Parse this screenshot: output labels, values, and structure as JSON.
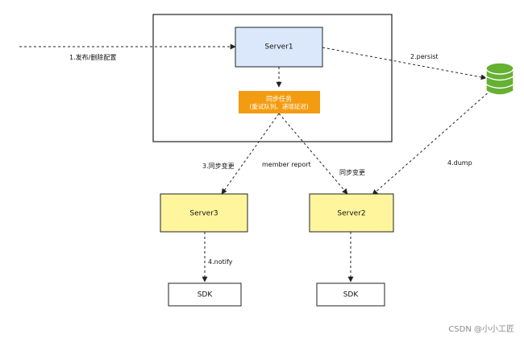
{
  "nodes": {
    "server1": {
      "label": "Server1",
      "fill": "#dbe8fb"
    },
    "sync_task": {
      "line1": "同步任务",
      "line2": "(重试队列、递增延迟)",
      "fill": "#f39c12",
      "text_color": "#ffffff"
    },
    "server3": {
      "label": "Server3",
      "fill": "#fff59d"
    },
    "server2": {
      "label": "Server2",
      "fill": "#fff59d"
    },
    "sdk_left": {
      "label": "SDK",
      "fill": "#ffffff"
    },
    "sdk_right": {
      "label": "SDK",
      "fill": "#ffffff"
    },
    "database": {
      "icon": "database-icon",
      "fill": "#66b032"
    }
  },
  "edges": {
    "publish": "1.发布/删除配置",
    "persist": "2.persist",
    "sync_left": "3.同步变更",
    "member_report": "member report",
    "sync_right": "同步变更",
    "dump": "4.dump",
    "notify": "4.notify"
  },
  "watermark": "CSDN @小小工匠"
}
